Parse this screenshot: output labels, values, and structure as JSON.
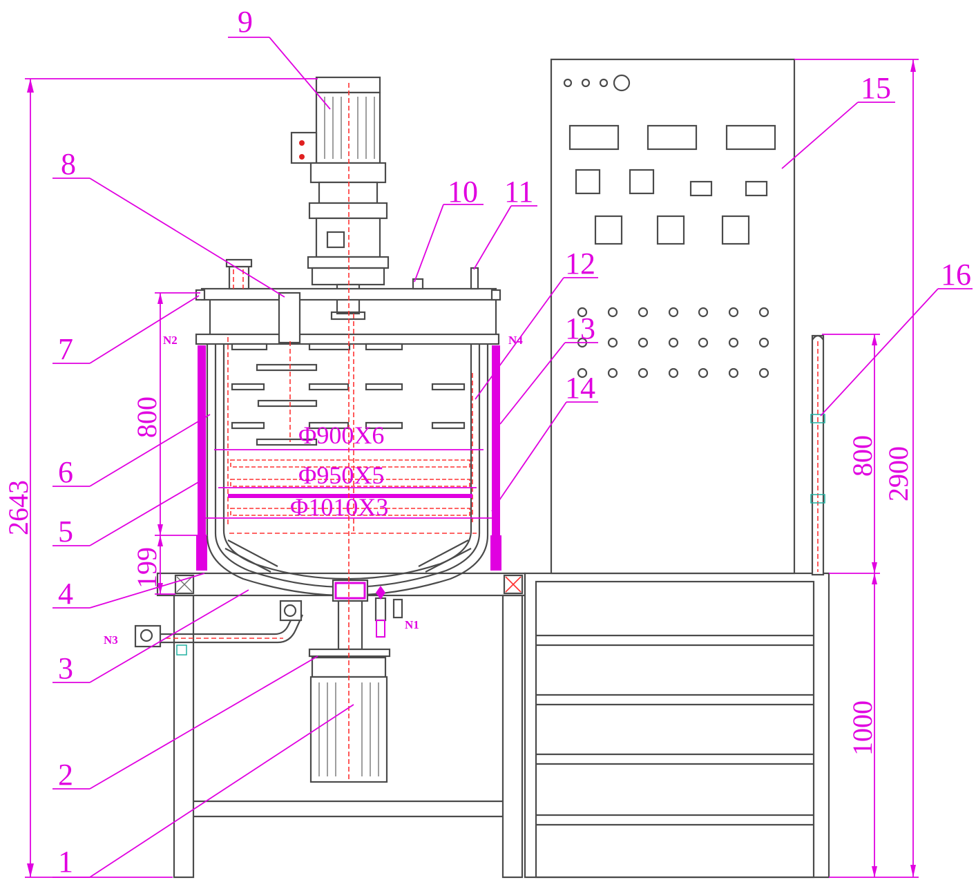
{
  "callouts": [
    "1",
    "2",
    "3",
    "4",
    "5",
    "6",
    "7",
    "8",
    "9",
    "10",
    "11",
    "12",
    "13",
    "14",
    "15",
    "16"
  ],
  "dimensions": {
    "overall_height_left": "2643",
    "overall_height_right": "2900",
    "tank_height": "800",
    "bottom_head": "199",
    "panel_height": "800",
    "frame_height": "1000"
  },
  "specs": {
    "inner": "Φ900X6",
    "middle": "Φ950X5",
    "outer": "Φ1010X3"
  },
  "nozzles": {
    "n1": "N1",
    "n2": "N2",
    "n3": "N3",
    "n4": "N4"
  },
  "colors": {
    "annotation": "#e000e0",
    "line": "#4a4a4a",
    "centerline": "#ff3030"
  }
}
